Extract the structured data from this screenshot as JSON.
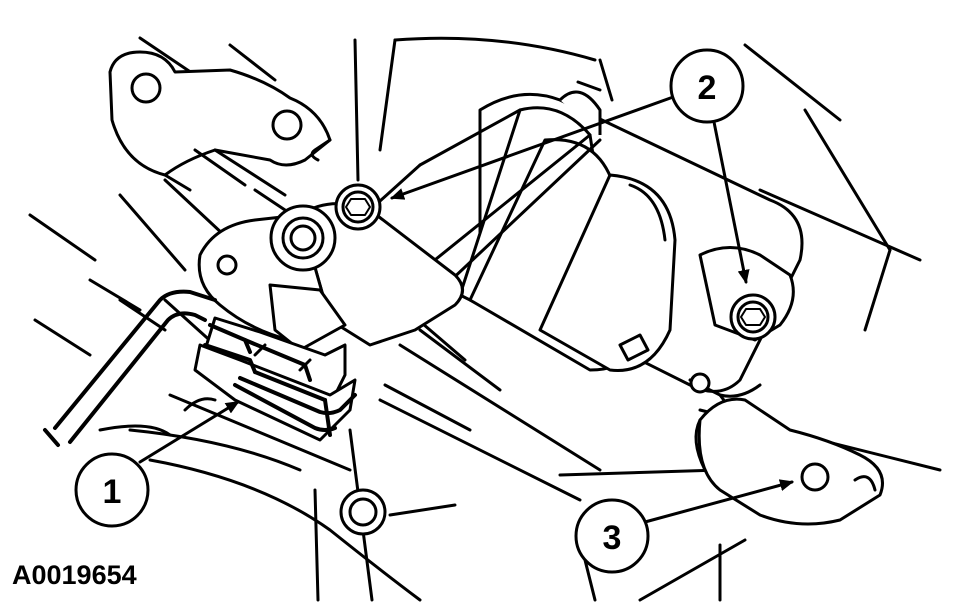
{
  "figure": {
    "id": "A0019654"
  },
  "callouts": [
    {
      "number": "1"
    },
    {
      "number": "2"
    },
    {
      "number": "3"
    }
  ]
}
